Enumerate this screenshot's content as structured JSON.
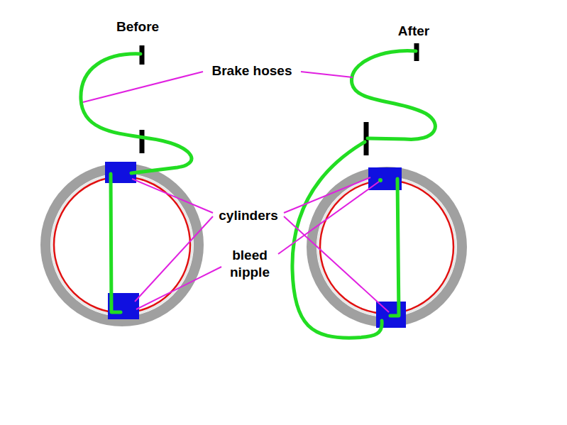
{
  "diagram": {
    "labels": [
      "Before",
      "After",
      "Brake hoses",
      "cylinders",
      "bleed nipple"
    ]
  }
}
